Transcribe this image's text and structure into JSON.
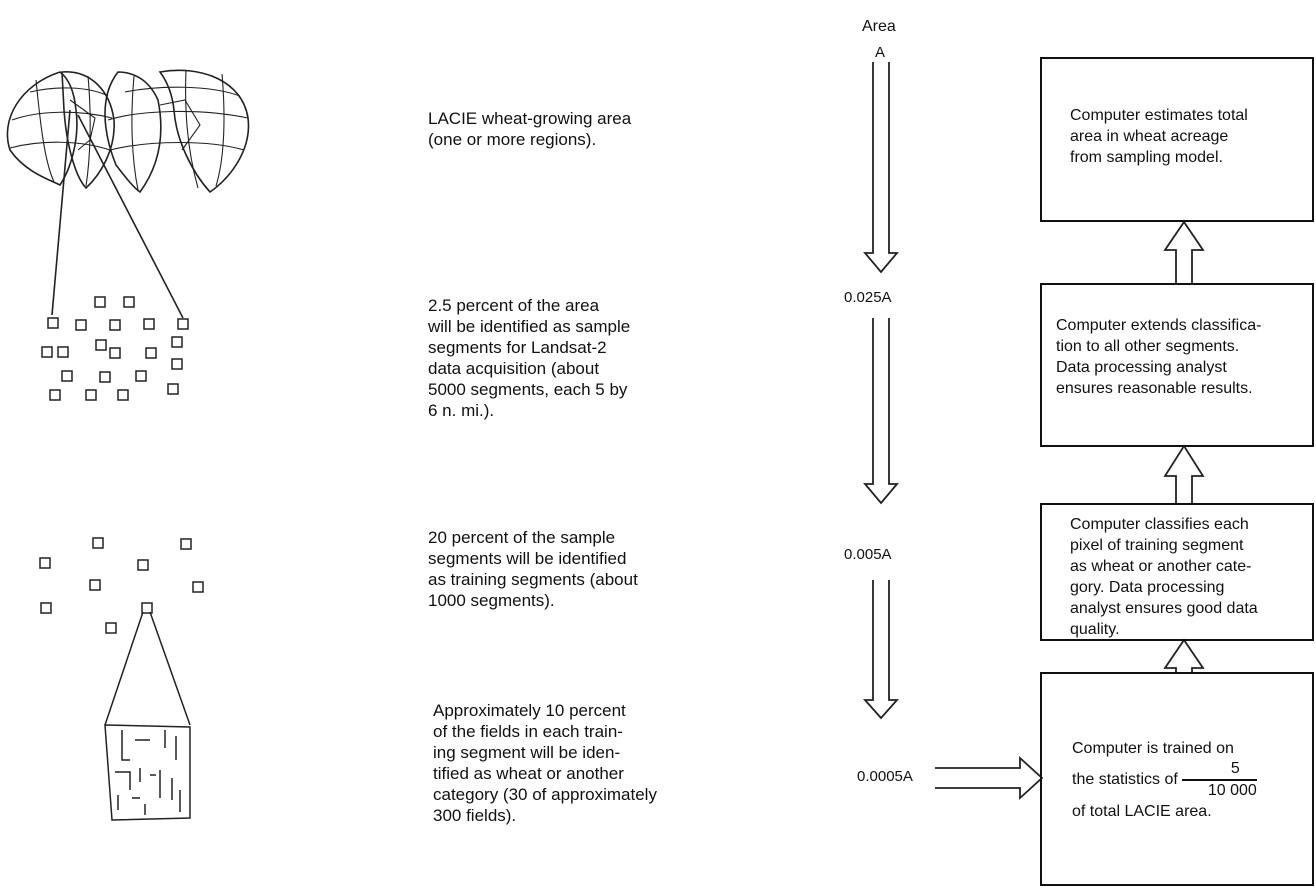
{
  "scale": {
    "header": "Area",
    "labels": [
      "A",
      "0.025A",
      "0.005A",
      "0.0005A"
    ]
  },
  "descriptions": [
    "LACIE wheat-growing area\n(one or more regions).",
    "2.5 percent of the area\nwill be identified as sample\nsegments for Landsat-2\ndata acquisition (about\n5000 segments, each 5 by\n6 n. mi.).",
    "20 percent of the sample\nsegments will be identified\nas training segments (about\n1000 segments).",
    "Approximately 10 percent\nof the fields in each train-\ning segment will be iden-\ntified as wheat or another\ncategory (30 of approximately\n300 fields)."
  ],
  "boxes": {
    "estimate": "Computer estimates total\narea in wheat acreage\nfrom sampling model.",
    "extend": "Computer extends classifica-\ntion to all other segments.\nData processing analyst\nensures reasonable results.",
    "classify": "Computer classifies each\npixel of training segment\nas wheat or another cate-\ngory. Data processing\nanalyst ensures good data\nquality.",
    "trained_prefix": "Computer is trained on\nthe statistics of",
    "fraction_numerator": "5",
    "fraction_denominator": "10 000",
    "trained_suffix": "of total LACIE area."
  }
}
